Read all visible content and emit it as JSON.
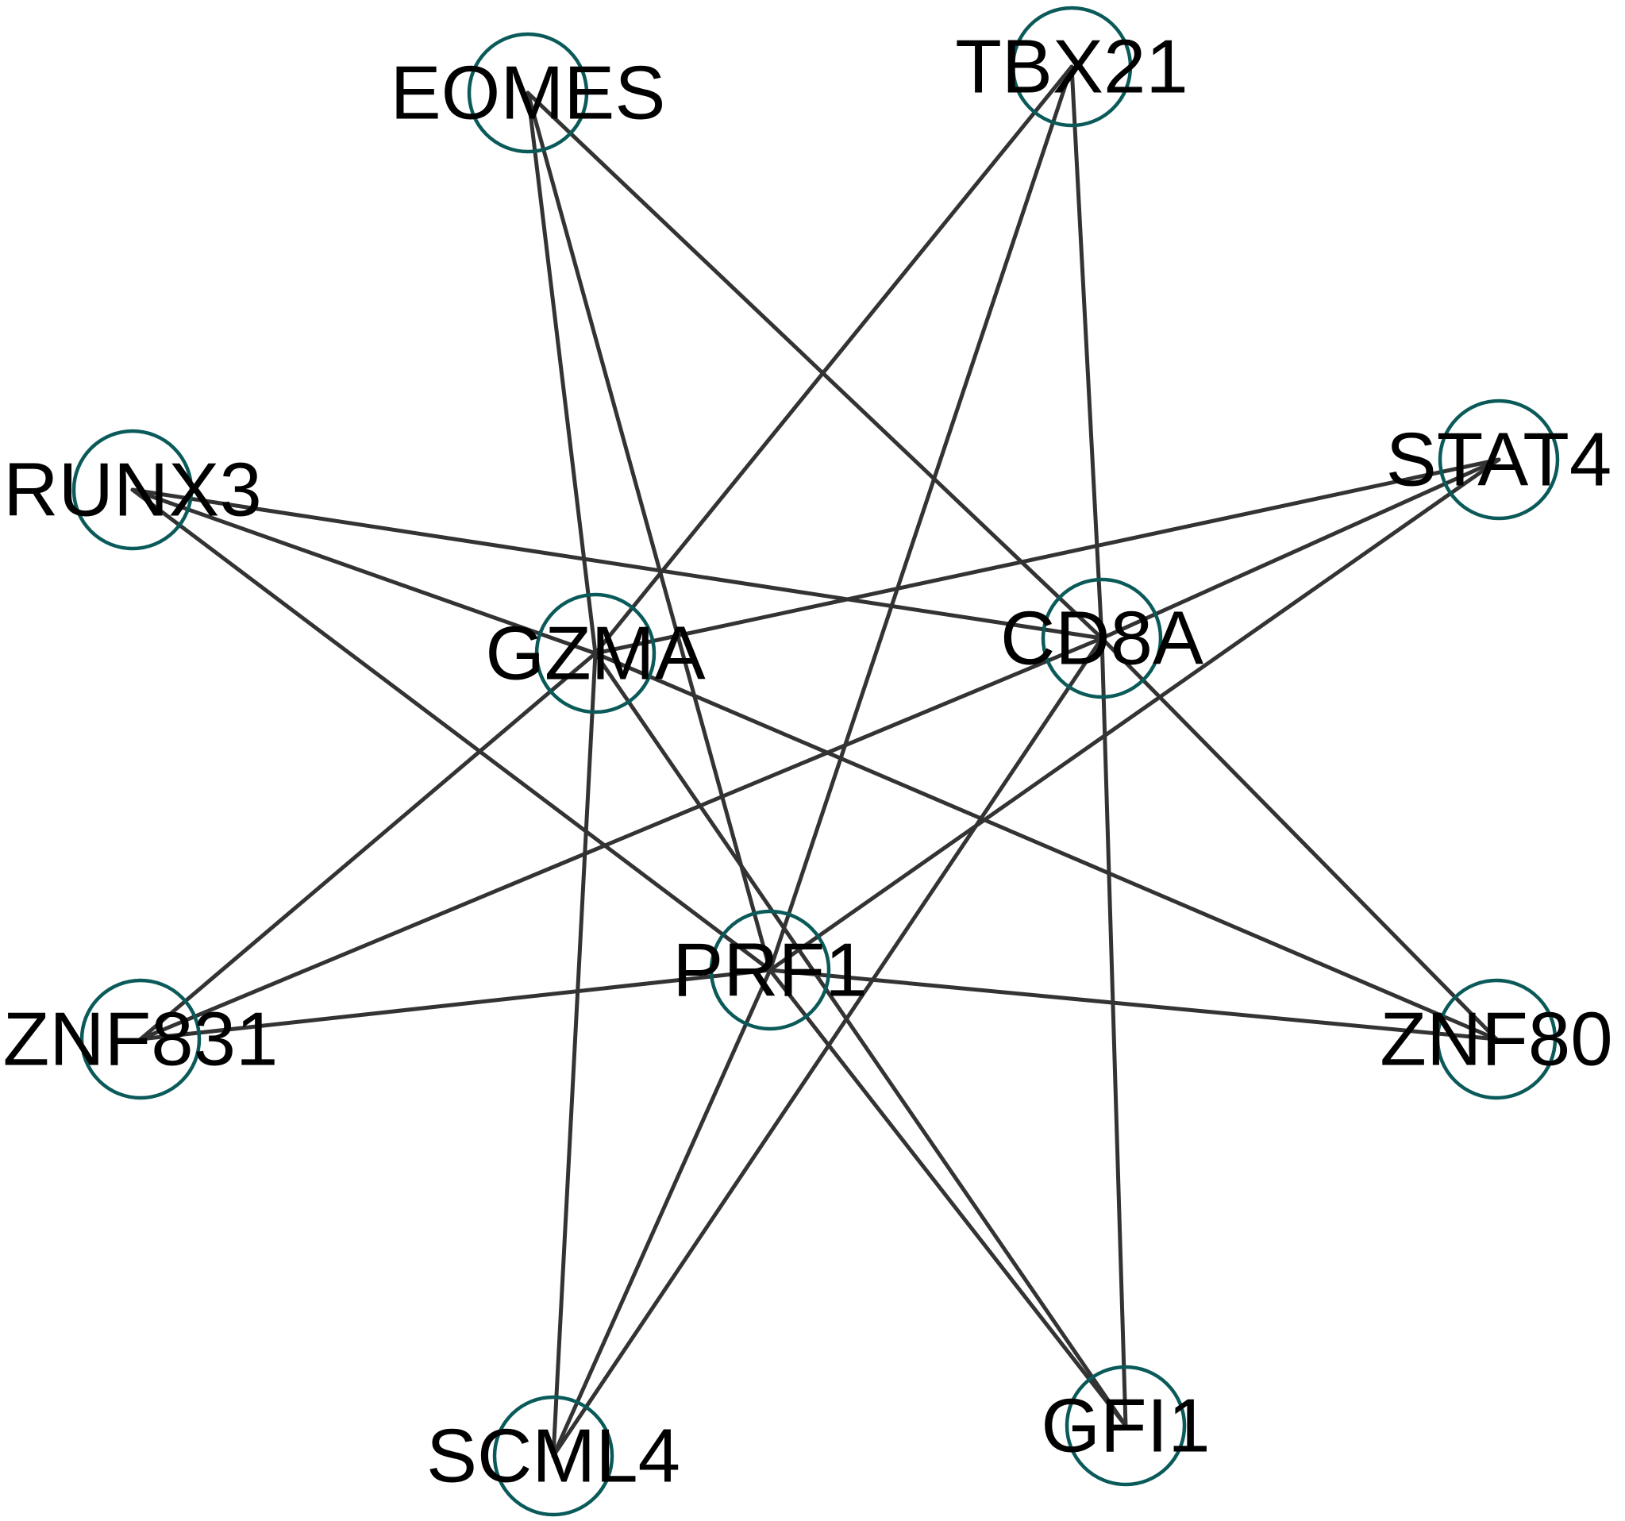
{
  "diagram": {
    "type": "network",
    "colors": {
      "edge": "#333333",
      "node_stroke": "#0b5a5a",
      "label": "#000000",
      "background": "#ffffff"
    },
    "nodes": [
      {
        "id": "EOMES",
        "label": "EOMES"
      },
      {
        "id": "TBX21",
        "label": "TBX21"
      },
      {
        "id": "RUNX3",
        "label": "RUNX3"
      },
      {
        "id": "STAT4",
        "label": "STAT4"
      },
      {
        "id": "GZMA",
        "label": "GZMA"
      },
      {
        "id": "CD8A",
        "label": "CD8A"
      },
      {
        "id": "PRF1",
        "label": "PRF1"
      },
      {
        "id": "ZNF831",
        "label": "ZNF831"
      },
      {
        "id": "ZNF80",
        "label": "ZNF80"
      },
      {
        "id": "SCML4",
        "label": "SCML4"
      },
      {
        "id": "GFI1",
        "label": "GFI1"
      }
    ],
    "edges": [
      [
        "EOMES",
        "GZMA"
      ],
      [
        "EOMES",
        "PRF1"
      ],
      [
        "EOMES",
        "CD8A"
      ],
      [
        "TBX21",
        "GZMA"
      ],
      [
        "TBX21",
        "PRF1"
      ],
      [
        "TBX21",
        "CD8A"
      ],
      [
        "RUNX3",
        "GZMA"
      ],
      [
        "RUNX3",
        "CD8A"
      ],
      [
        "RUNX3",
        "PRF1"
      ],
      [
        "STAT4",
        "GZMA"
      ],
      [
        "STAT4",
        "CD8A"
      ],
      [
        "STAT4",
        "PRF1"
      ],
      [
        "GZMA",
        "ZNF831"
      ],
      [
        "GZMA",
        "SCML4"
      ],
      [
        "GZMA",
        "ZNF80"
      ],
      [
        "GZMA",
        "GFI1"
      ],
      [
        "CD8A",
        "ZNF831"
      ],
      [
        "CD8A",
        "SCML4"
      ],
      [
        "CD8A",
        "GFI1"
      ],
      [
        "CD8A",
        "ZNF80"
      ],
      [
        "PRF1",
        "ZNF831"
      ],
      [
        "PRF1",
        "ZNF80"
      ],
      [
        "PRF1",
        "SCML4"
      ],
      [
        "PRF1",
        "GFI1"
      ]
    ]
  }
}
